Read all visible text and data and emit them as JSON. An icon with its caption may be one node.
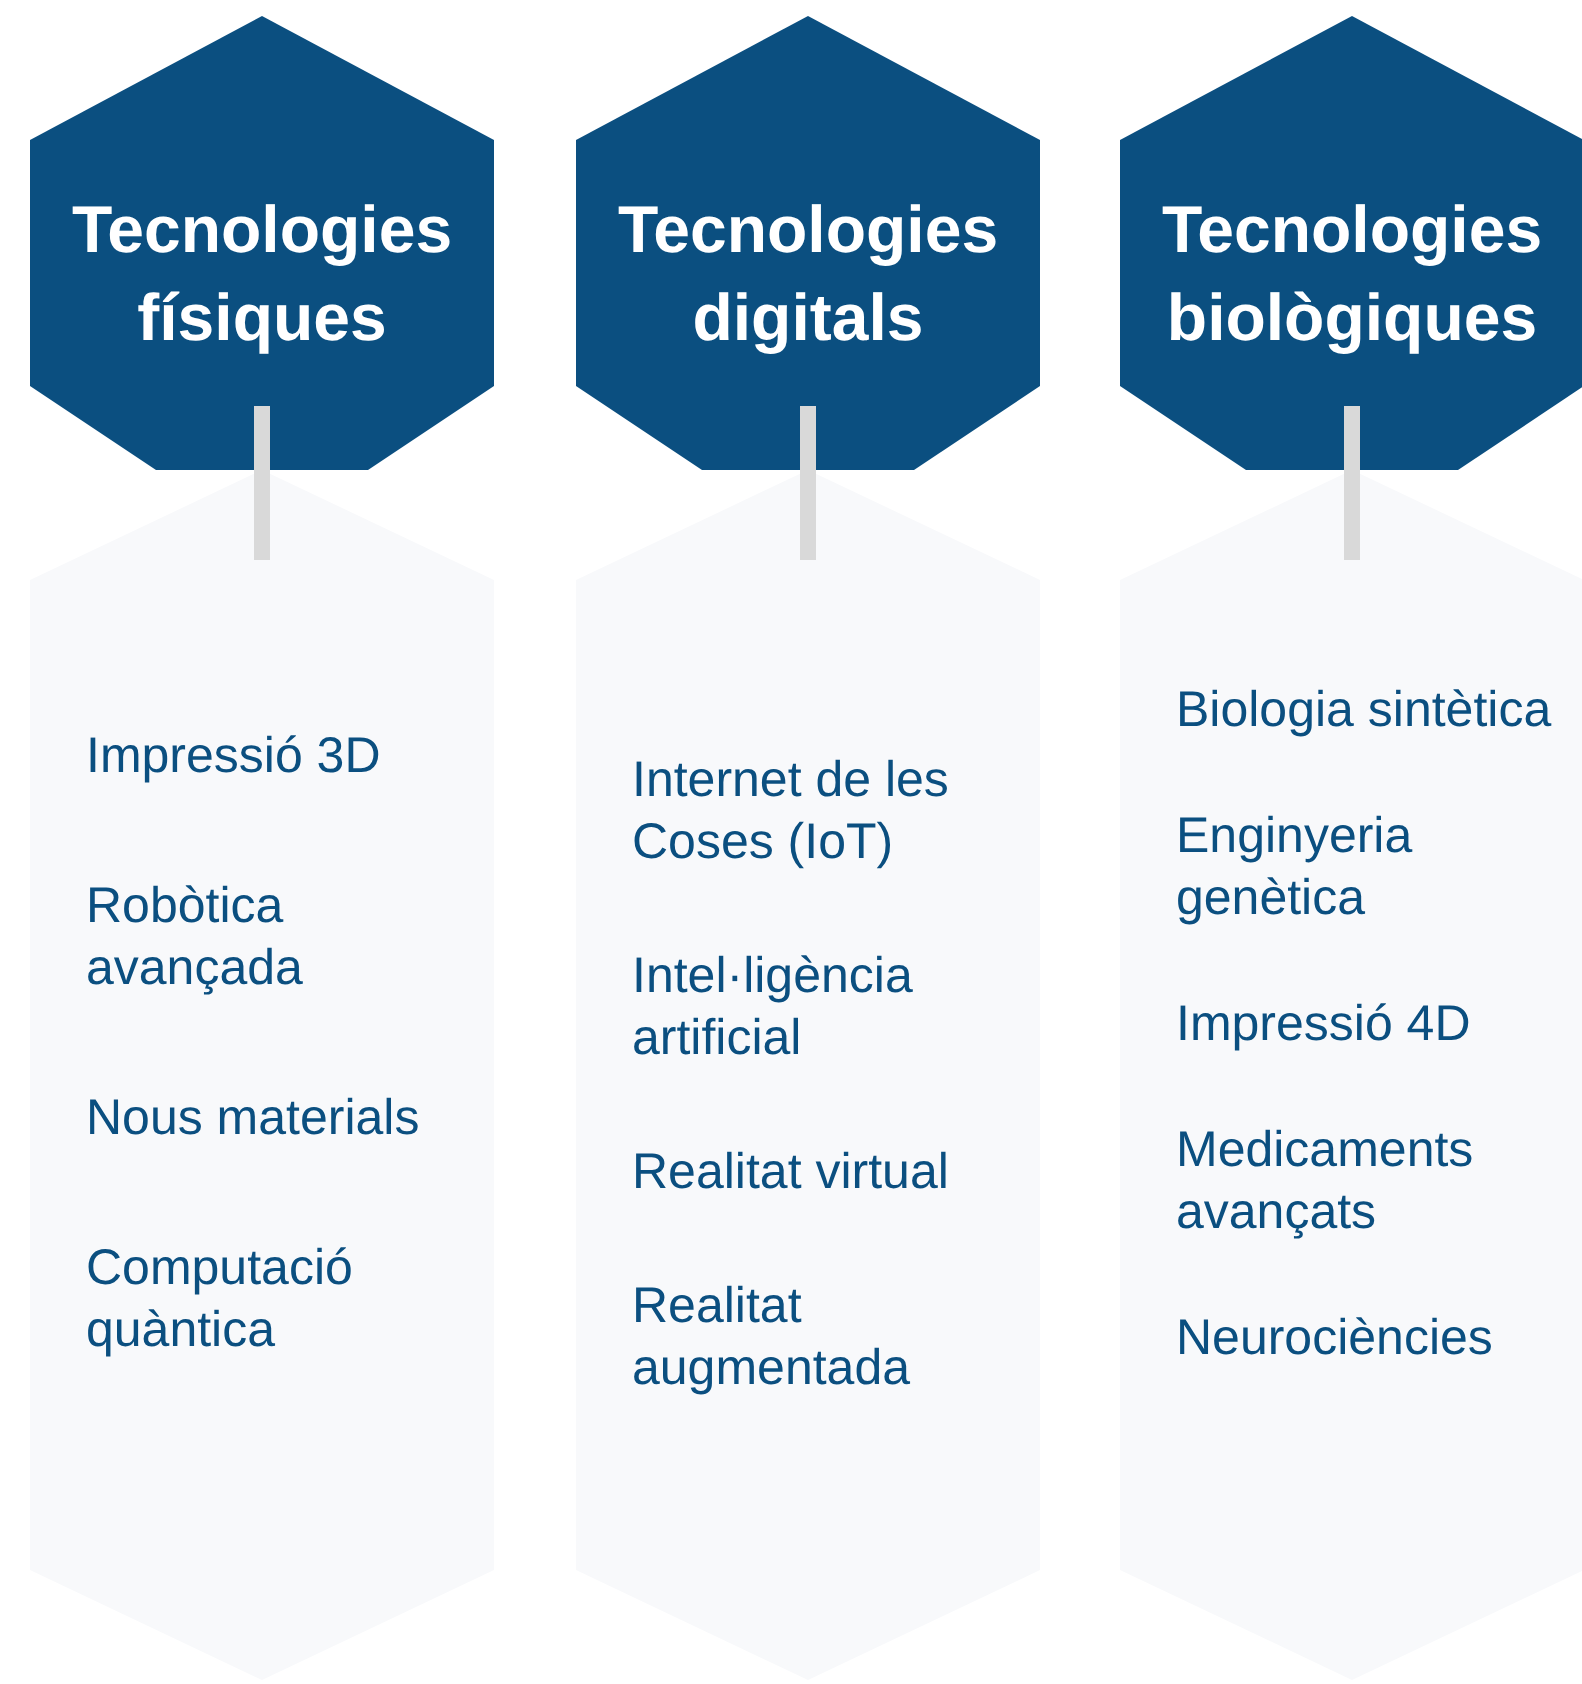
{
  "diagram": {
    "nodes": [
      {
        "text": [
          "Tecnologies físiques"
        ]
      },
      {
        "text": [
          "Tecnologies digitals"
        ]
      },
      {
        "text": [
          "Tecnologies biològiques"
        ]
      },
      {
        "text": [
          "Impressió 3D",
          "Robòtica avançada",
          "Nous materials",
          "Computació quàntica"
        ]
      },
      {
        "text": [
          "Internet de les Coses (IoT)",
          "Intel·ligència artificial",
          "Realitat virtual",
          "Realitat augmentada"
        ]
      },
      {
        "text": [
          "Biologia sintètica",
          "Enginyeria genètica",
          "Impressió 4D",
          "Medicaments avançats",
          "Neurociències"
        ]
      }
    ],
    "edges": [
      {
        "from": 0,
        "to": 3,
        "arrow": "none"
      },
      {
        "from": 1,
        "to": 4,
        "arrow": "none"
      },
      {
        "from": 2,
        "to": 5,
        "arrow": "none"
      }
    ]
  }
}
